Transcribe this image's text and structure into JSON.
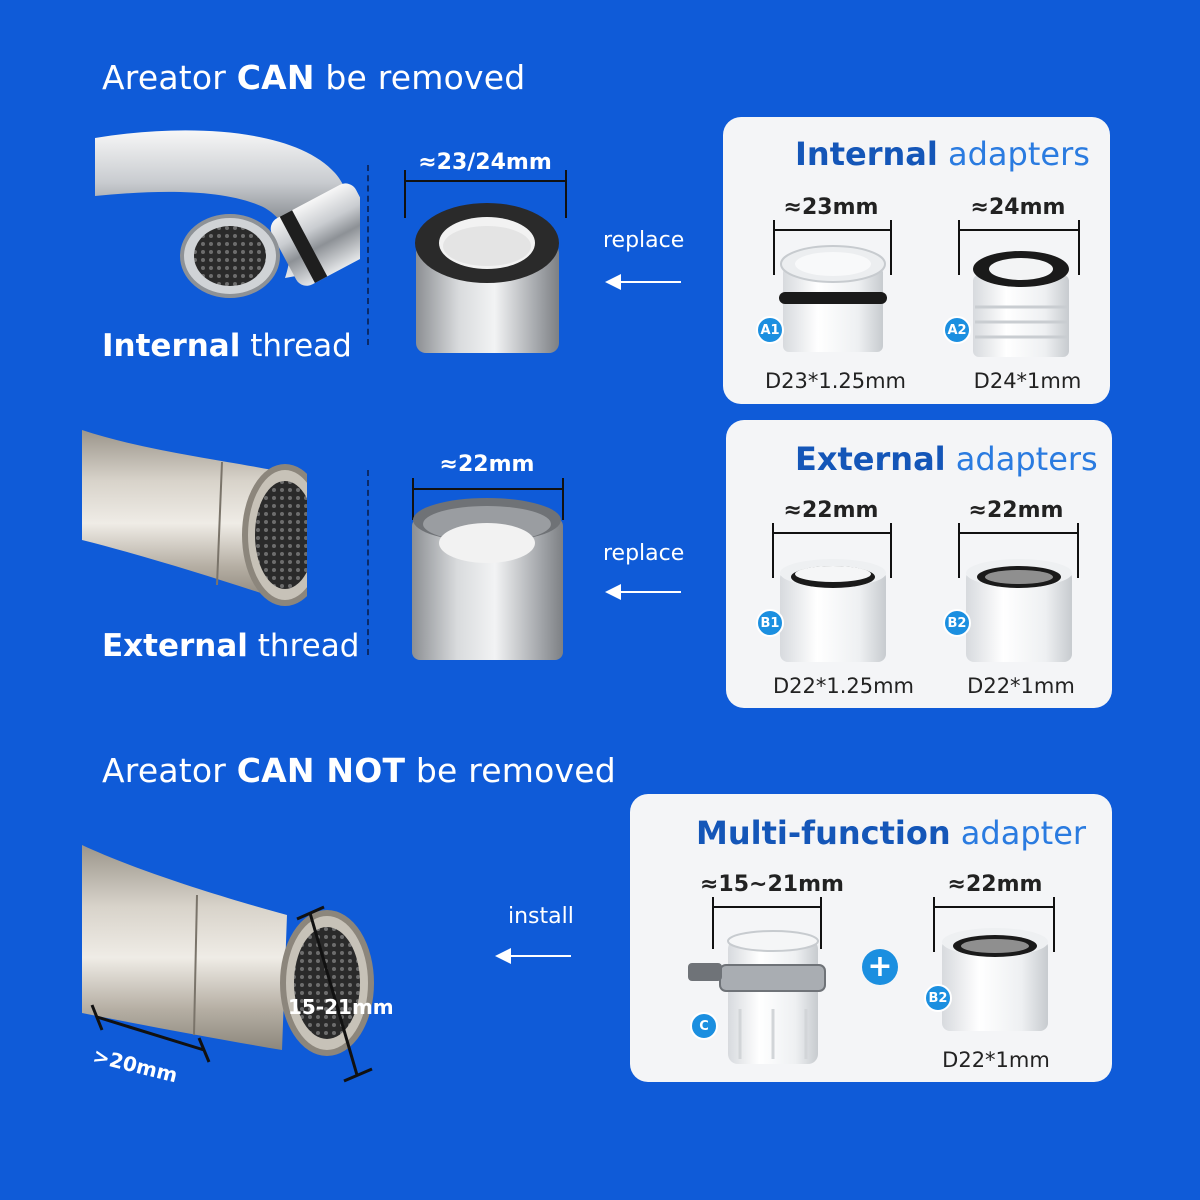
{
  "headings": {
    "can_prefix": "Areator ",
    "can_bold": "CAN",
    "can_suffix": " be removed",
    "cannot_prefix": "Areator ",
    "cannot_bold": "CAN NOT",
    "cannot_suffix": " be removed"
  },
  "internal": {
    "label_bold": "Internal",
    "label_rest": " thread",
    "aerator_dim": "≈23/24mm",
    "action": "replace"
  },
  "external": {
    "label_bold": "External",
    "label_rest": " thread",
    "aerator_dim": "≈22mm",
    "action": "replace"
  },
  "cannot": {
    "action": "install",
    "dim_diameter": "15-21mm",
    "dim_length": ">20mm"
  },
  "cards": {
    "internal": {
      "title_bold": "Internal",
      "title_rest": " adapters",
      "items": [
        {
          "code": "A1",
          "dim": "≈23mm",
          "spec": "D23*1.25mm"
        },
        {
          "code": "A2",
          "dim": "≈24mm",
          "spec": "D24*1mm"
        }
      ]
    },
    "external": {
      "title_bold": "External",
      "title_rest": " adapters",
      "items": [
        {
          "code": "B1",
          "dim": "≈22mm",
          "spec": "D22*1.25mm"
        },
        {
          "code": "B2",
          "dim": "≈22mm",
          "spec": "D22*1mm"
        }
      ]
    },
    "multi": {
      "title_bold": "Multi-function",
      "title_rest": " adapter",
      "items": [
        {
          "code": "C",
          "dim": "≈15~21mm",
          "spec": ""
        },
        {
          "code": "B2",
          "dim": "≈22mm",
          "spec": "D22*1mm"
        }
      ],
      "plus": "+"
    }
  },
  "colors": {
    "background": "#0f5bd8",
    "card": "#f4f5f7",
    "accent": "#1b8fe0"
  },
  "icons": [
    "faucet-internal",
    "faucet-external",
    "faucet-fixed",
    "aerator-internal",
    "aerator-external",
    "adapter",
    "left-arrow-icon",
    "plus-icon"
  ]
}
